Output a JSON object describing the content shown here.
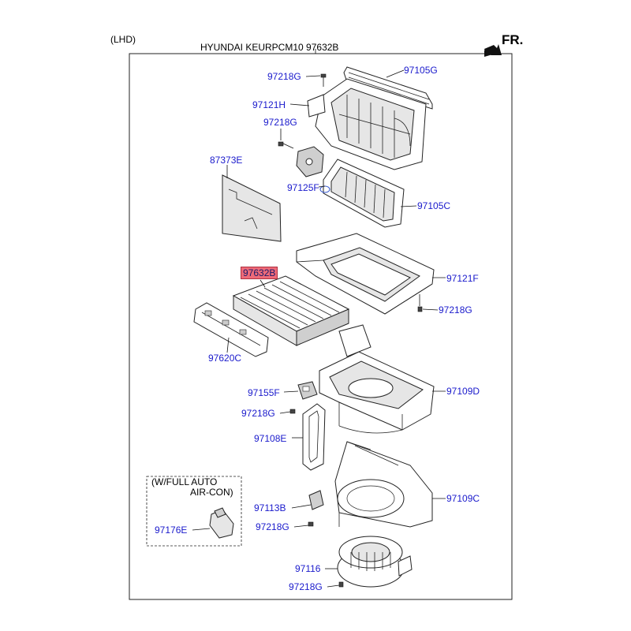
{
  "header": {
    "variant": "(LHD)",
    "title": "HYUNDAI KEURPCM10",
    "title_part": "97632B",
    "direction": "FR."
  },
  "note": {
    "line1": "(W/FULL AUTO",
    "line2": "AIR-CON)"
  },
  "labels": {
    "p97218G_1": "97218G",
    "p97105G": "97105G",
    "p97121H": "97121H",
    "p97218G_2": "97218G",
    "p87373E": "87373E",
    "p97125F": "97125F",
    "p97105C": "97105C",
    "p97632B": "97632B",
    "p97121F": "97121F",
    "p97218G_3": "97218G",
    "p97620C": "97620C",
    "p97155F": "97155F",
    "p97109D": "97109D",
    "p97218G_4": "97218G",
    "p97108E": "97108E",
    "p97113B": "97113B",
    "p97109C": "97109C",
    "p97218G_5": "97218G",
    "p97176E": "97176E",
    "p97116": "97116",
    "p97218G_6": "97218G"
  },
  "highlight_color": "#ee6a78",
  "label_color": "#1a1acc"
}
